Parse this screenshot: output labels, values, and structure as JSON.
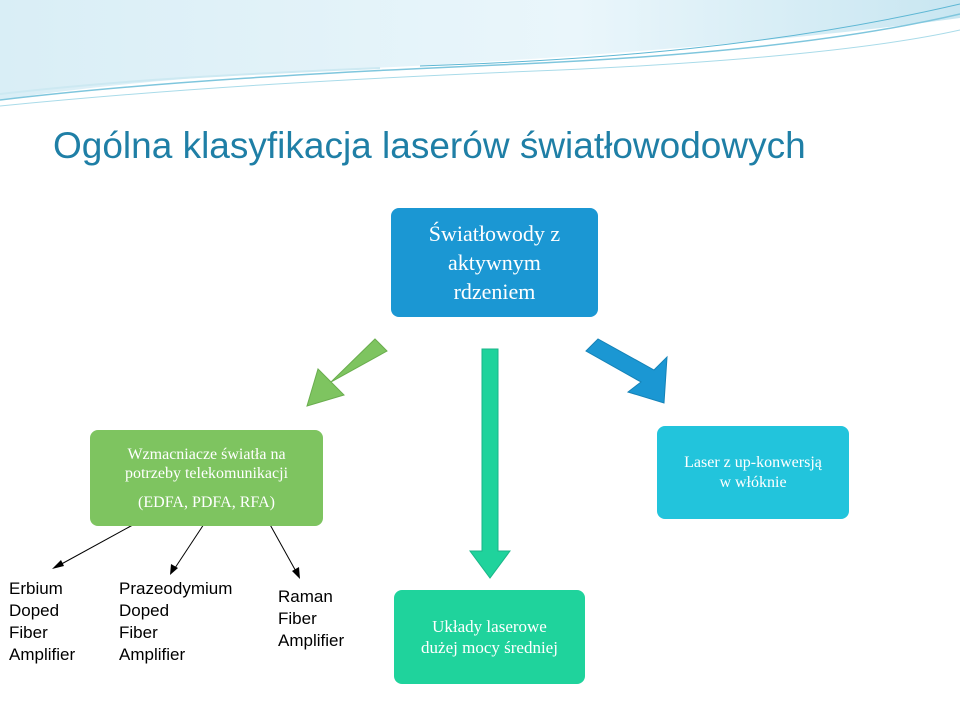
{
  "slide": {
    "title": "Ogólna klasyfikacja laserów światłowodowych"
  },
  "diagram": {
    "root": {
      "lines": [
        "Światłowody z",
        "aktywnym",
        "rdzeniem"
      ],
      "color": "#1b97d3"
    },
    "amplifiers": {
      "lines": [
        "Wzmacniacze światła na",
        "potrzeby telekomunikacji"
      ],
      "sub": "(EDFA, PDFA, RFA)",
      "color": "#7ec460"
    },
    "upconversion": {
      "lines": [
        "Laser z up-konwersją",
        "w włóknie"
      ],
      "color": "#22c4dc"
    },
    "high_power": {
      "lines": [
        "Układy laserowe",
        "dużej mocy średniej"
      ],
      "color": "#1fd39c"
    },
    "leaves": {
      "erbium": [
        "Erbium",
        "Doped",
        "Fiber",
        "Amplifier"
      ],
      "praseodymium": [
        "Prazeodymium",
        "Doped",
        "Fiber",
        "Amplifier"
      ],
      "raman": [
        "Raman",
        "Fiber",
        "Amplifier"
      ]
    }
  }
}
